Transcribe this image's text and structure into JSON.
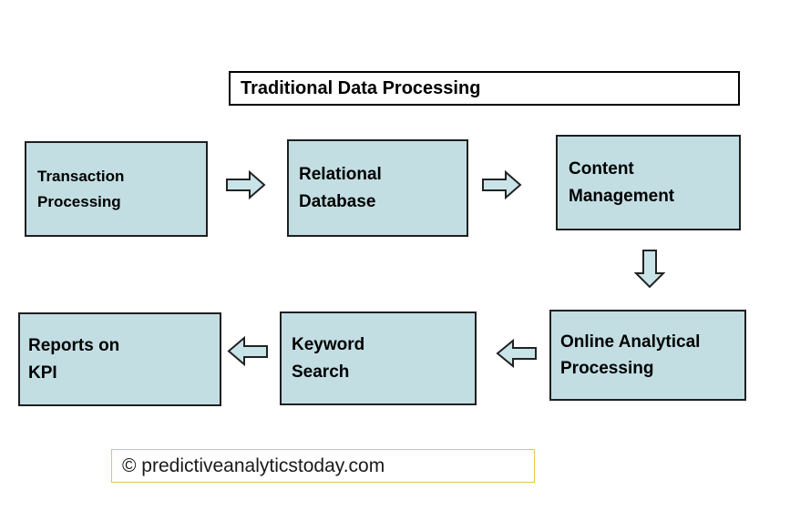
{
  "diagram": {
    "title": "Traditional Data Processing",
    "nodes": [
      {
        "id": "transaction-processing",
        "label": "Transaction\nProcessing"
      },
      {
        "id": "relational-database",
        "label": "Relational\nDatabase"
      },
      {
        "id": "content-management",
        "label": "Content\nManagement"
      },
      {
        "id": "online-analytical-processing",
        "label": "Online Analytical\nProcessing"
      },
      {
        "id": "keyword-search",
        "label": "Keyword\nSearch"
      },
      {
        "id": "reports-on-kpi",
        "label": "Reports on\nKPI"
      }
    ],
    "connectors": [
      {
        "from": "transaction-processing",
        "to": "relational-database",
        "direction": "right"
      },
      {
        "from": "relational-database",
        "to": "content-management",
        "direction": "right"
      },
      {
        "from": "content-management",
        "to": "online-analytical-processing",
        "direction": "down"
      },
      {
        "from": "online-analytical-processing",
        "to": "keyword-search",
        "direction": "left"
      },
      {
        "from": "keyword-search",
        "to": "reports-on-kpi",
        "direction": "left"
      }
    ],
    "colors": {
      "node_fill": "#c2dee3",
      "node_border": "#1f1f1f",
      "arrow_fill": "#c9e4e8",
      "arrow_outline": "#222222",
      "title_border": "#000000",
      "footer_border": "#e5c54b",
      "text": "#000000",
      "background": "#ffffff"
    }
  },
  "footer": {
    "text": "© predictiveanalyticstoday.com"
  }
}
